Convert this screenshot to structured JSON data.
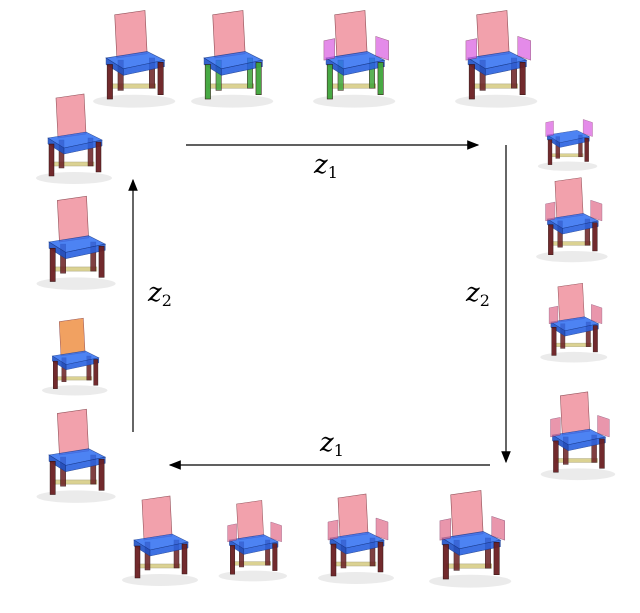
{
  "colors": {
    "back": "#f08a98",
    "seat": "#2f6ef2",
    "leg": "#6b1f22",
    "stretcher": "#bfae3a",
    "stretcher_green": "#3fa53a",
    "arm_pink": "#e06b8a",
    "arm_magenta": "#d95be0",
    "back_orange": "#ee8a3a",
    "shadow": "#e3e3e3",
    "arrow": "#000000"
  },
  "labels": {
    "top": {
      "var": "z",
      "sub": "1"
    },
    "bottom": {
      "var": "z",
      "sub": "1"
    },
    "right": {
      "var": "z",
      "sub": "2"
    },
    "left": {
      "var": "z",
      "sub": "2"
    }
  },
  "chairs": [
    {
      "id": "top-1",
      "legs": "dark",
      "arms": "none",
      "back": "pink"
    },
    {
      "id": "top-2",
      "legs": "green",
      "arms": "none",
      "back": "pink"
    },
    {
      "id": "top-3",
      "legs": "green",
      "arms": "magenta",
      "back": "pink"
    },
    {
      "id": "top-4",
      "legs": "dark",
      "arms": "magenta",
      "back": "pink"
    },
    {
      "id": "right-1",
      "legs": "dark",
      "arms": "magenta",
      "back": "none"
    },
    {
      "id": "right-2",
      "legs": "dark",
      "arms": "pink",
      "back": "pink"
    },
    {
      "id": "right-3",
      "legs": "dark",
      "arms": "pink",
      "back": "pink"
    },
    {
      "id": "right-4",
      "legs": "dark",
      "arms": "pink",
      "back": "pink"
    },
    {
      "id": "bottom-1",
      "legs": "dark",
      "arms": "none",
      "back": "pink"
    },
    {
      "id": "bottom-2",
      "legs": "dark",
      "arms": "pink",
      "back": "pink"
    },
    {
      "id": "bottom-3",
      "legs": "dark",
      "arms": "pink",
      "back": "pink"
    },
    {
      "id": "bottom-4",
      "legs": "dark",
      "arms": "pink",
      "back": "pink"
    },
    {
      "id": "left-1",
      "legs": "dark",
      "arms": "none",
      "back": "pink"
    },
    {
      "id": "left-2",
      "legs": "dark",
      "arms": "none",
      "back": "pink"
    },
    {
      "id": "left-3",
      "legs": "dark",
      "arms": "none",
      "back": "orange"
    },
    {
      "id": "left-4",
      "legs": "dark",
      "arms": "none",
      "back": "pink"
    }
  ]
}
